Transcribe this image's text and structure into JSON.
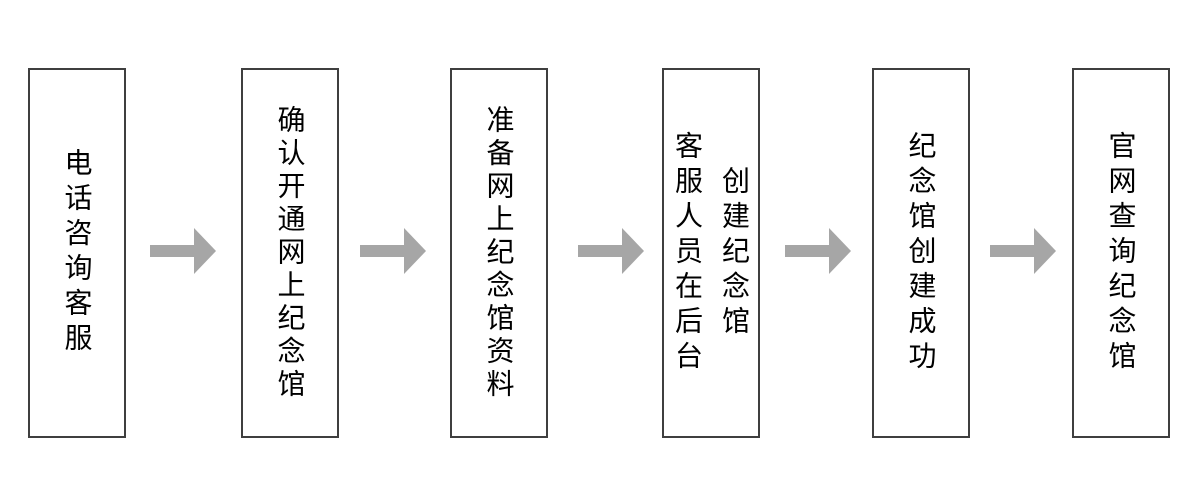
{
  "flowchart": {
    "description": "memorial-hall-creation-process-flowchart",
    "steps": [
      {
        "label": "电话咨询客服"
      },
      {
        "label": "确认开通网上纪念馆"
      },
      {
        "label": "准备网上纪念馆资料"
      },
      {
        "label": "客服人员在后台\n创建纪念馆"
      },
      {
        "label": "纪念馆创建成功"
      },
      {
        "label": "官网查询纪念馆"
      }
    ],
    "connector": "right-arrow"
  },
  "colors": {
    "box_border": "#3F3F3F",
    "arrow": "#A6A6A6",
    "text": "#000000",
    "background": "#FFFFFF"
  }
}
